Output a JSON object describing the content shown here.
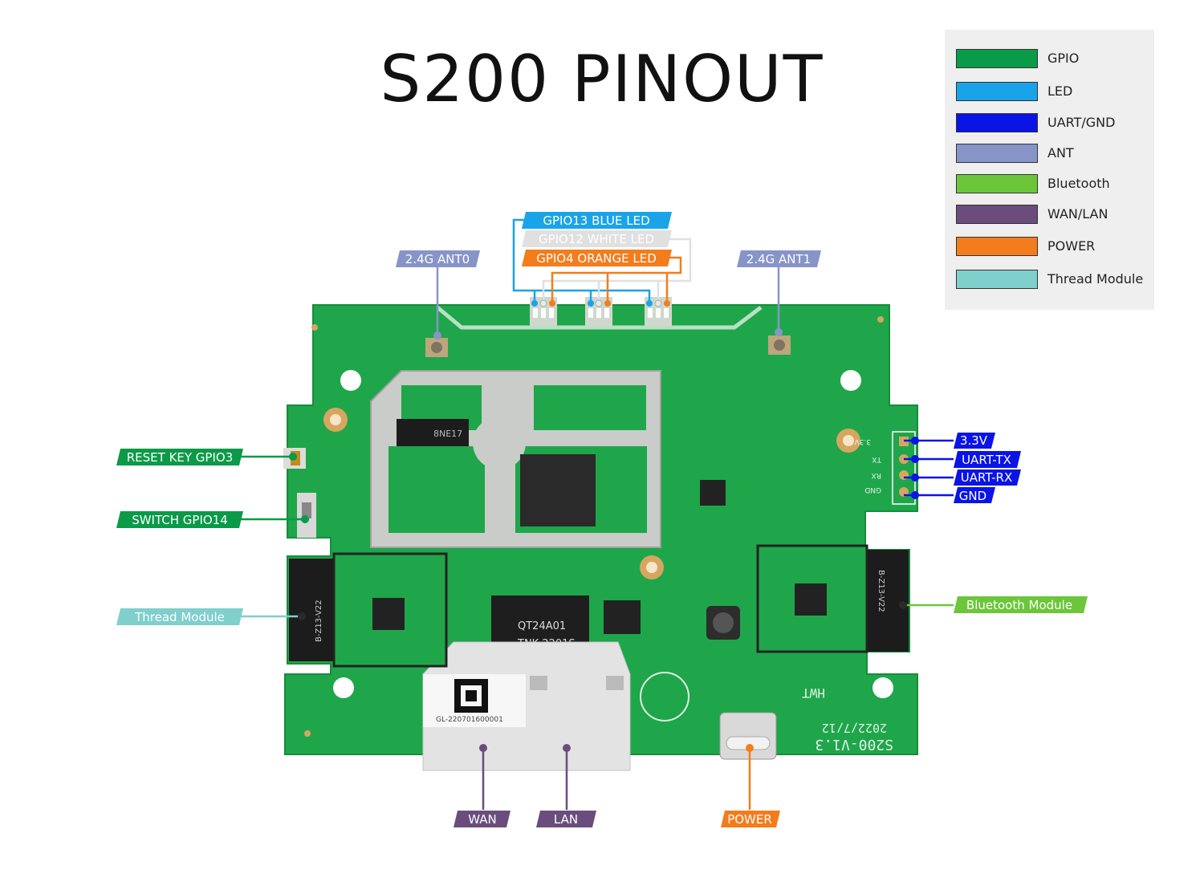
{
  "title": "S200 PINOUT",
  "colors": {
    "gpio": "#0b9a47",
    "led": "#1aa3e8",
    "uart_gnd": "#0a14e6",
    "ant": "#8794c7",
    "bluetooth": "#6cc63a",
    "wan_lan": "#6a4d7c",
    "power": "#f37c1c",
    "thread": "#7fcfcc",
    "white_led": "#e0e0e0",
    "pcb": "#1fa64a"
  },
  "legend": [
    {
      "label": "GPIO",
      "color": "#0b9a47"
    },
    {
      "label": "LED",
      "color": "#1aa3e8"
    },
    {
      "label": "UART/GND",
      "color": "#0a14e6"
    },
    {
      "label": "ANT",
      "color": "#8794c7"
    },
    {
      "label": "Bluetooth",
      "color": "#6cc63a"
    },
    {
      "label": "WAN/LAN",
      "color": "#6a4d7c"
    },
    {
      "label": "POWER",
      "color": "#f37c1c"
    },
    {
      "label": "Thread Module",
      "color": "#7fcfcc"
    }
  ],
  "labels": {
    "blue_led": "GPIO13 BLUE LED",
    "white_led": "GPIO12 WHITE LED",
    "orange_led": "GPIO4 ORANGE LED",
    "ant0": "2.4G ANT0",
    "ant1": "2.4G ANT1",
    "reset": "RESET KEY GPIO3",
    "switch": "SWITCH GPIO14",
    "thread": "Thread Module",
    "v33": "3.3V",
    "uart_tx": "UART-TX",
    "uart_rx": "UART-RX",
    "gnd": "GND",
    "bluetooth": "Bluetooth Module",
    "wan": "WAN",
    "lan": "LAN",
    "power": "POWER"
  },
  "board_text": {
    "qr_caption": "GL-220701600001",
    "version": "S200-V1.3",
    "date": "2022/7/12",
    "silk_hwt": "HWT",
    "transformer": "TNK 2201S",
    "transformer_code": "QT24A01",
    "module_left": "B-Z13-V22",
    "module_right": "B-Z13-V22",
    "ram": "8NE17",
    "header_3v3": "3.3V",
    "header_tx": "TX",
    "header_rx": "RX",
    "header_gnd": "GND"
  }
}
